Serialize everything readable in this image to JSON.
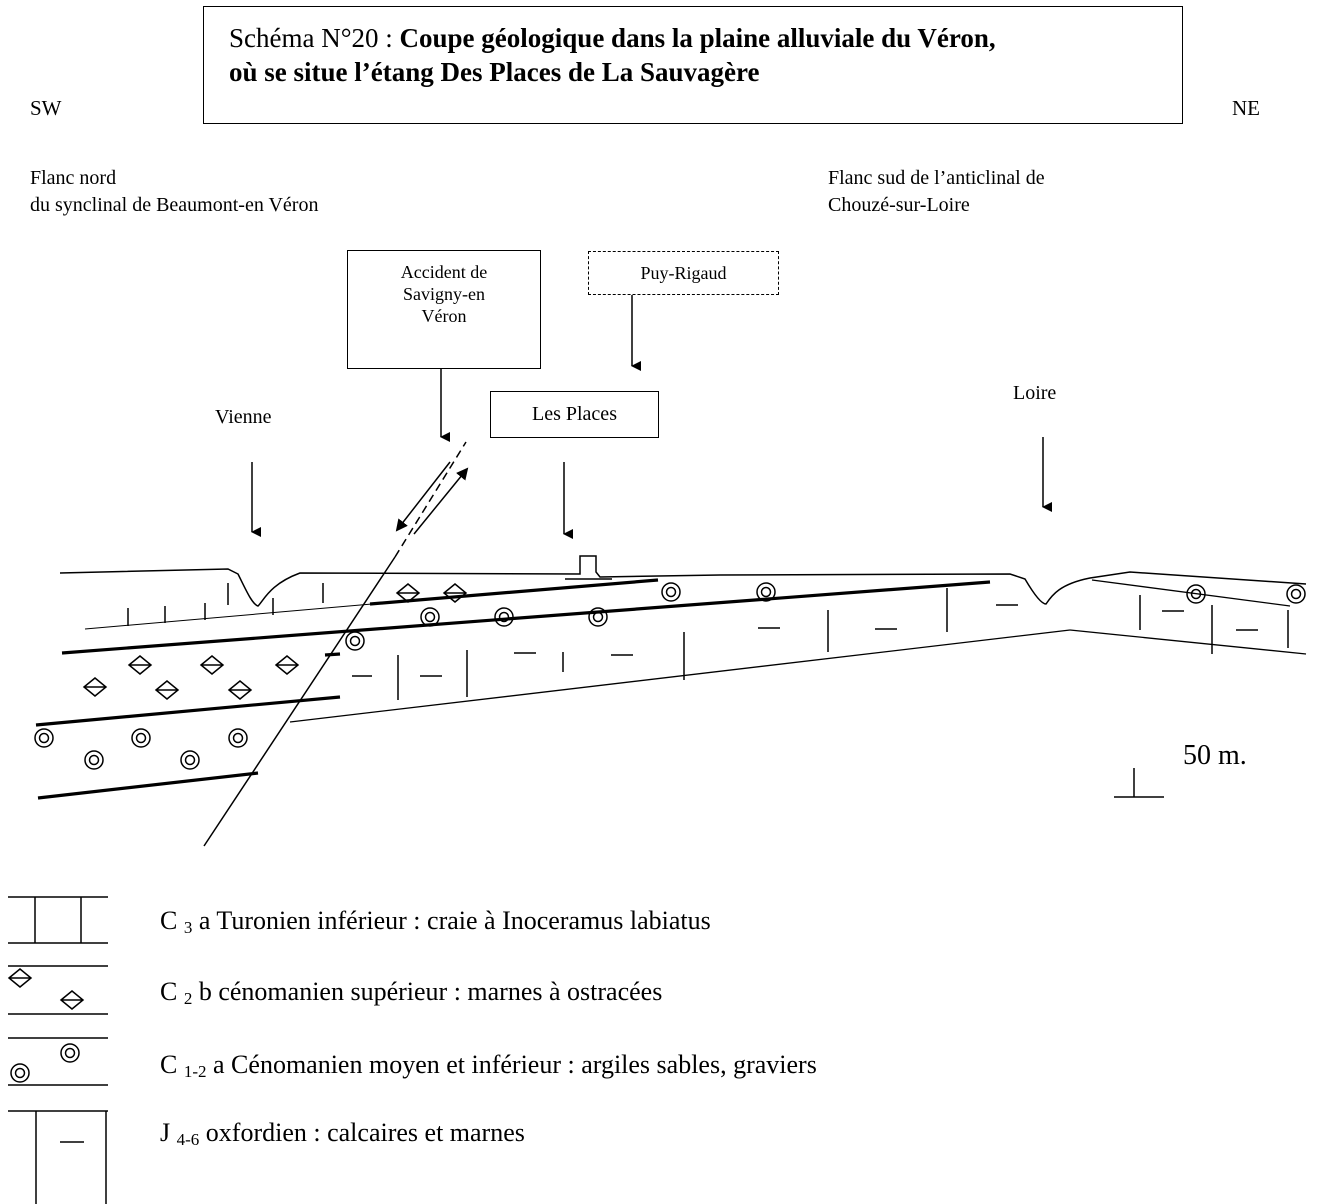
{
  "title": {
    "prefix": "Schéma N°20 : ",
    "bold_line1": "Coupe géologique dans la plaine alluviale du Véron,",
    "bold_line2": "où se situe l’étang Des Places de La Sauvagère"
  },
  "orientation": {
    "left": "SW",
    "right": "NE"
  },
  "flanks": {
    "left_line1": "Flanc nord",
    "left_line2": "du synclinal de Beaumont-en Véron",
    "right_line1": "Flanc sud de l’anticlinal de",
    "right_line2": "Chouzé-sur-Loire"
  },
  "labels": {
    "accident_line1": "Accident de",
    "accident_line2": "Savigny-en",
    "accident_line3": "Véron",
    "puy_rigaud": "Puy-Rigaud",
    "les_places": "Les Places",
    "vienne": "Vienne",
    "loire": "Loire",
    "scale": "50 m."
  },
  "legend": [
    {
      "symbol": "vertical-bars",
      "code": "C ",
      "sub": "3",
      "text": " a Turonien inférieur : craie à Inoceramus labiatus"
    },
    {
      "symbol": "diamond-bar",
      "code": "C ",
      "sub": "2",
      "text": " b cénomanien supérieur : marnes à ostracées"
    },
    {
      "symbol": "double-circle",
      "code": "C ",
      "sub": "1-2",
      "text": " a Cénomanien moyen et inférieur : argiles sables, graviers"
    },
    {
      "symbol": "bar-dash",
      "code": "J ",
      "sub": "4-6",
      "text": " oxfordien : calcaires et marnes"
    }
  ]
}
